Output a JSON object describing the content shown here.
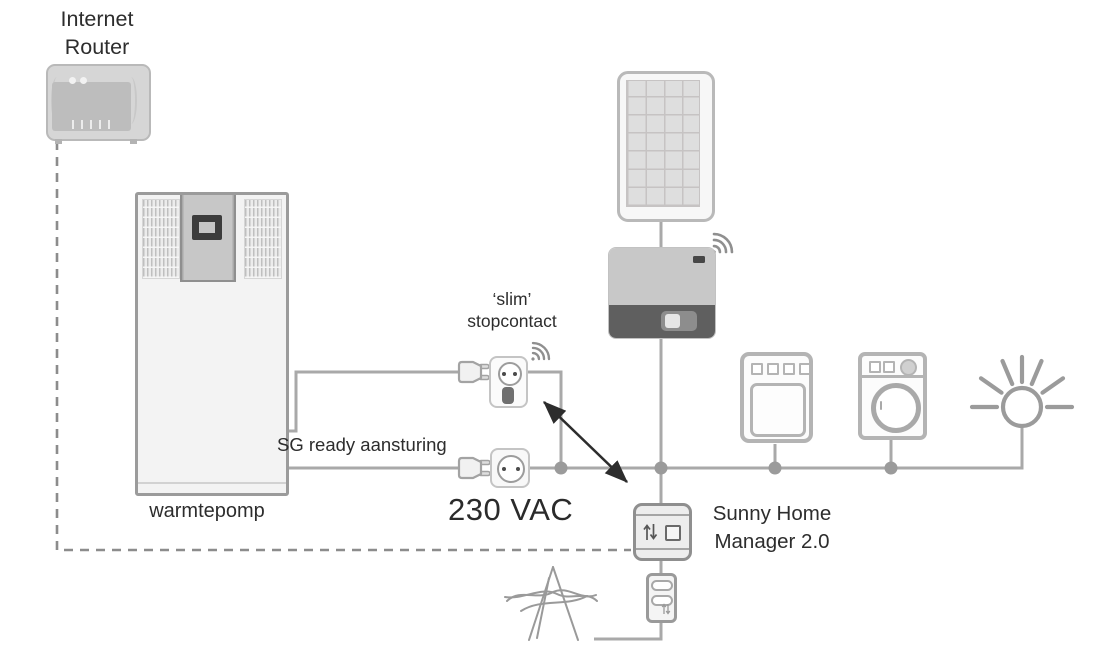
{
  "diagram": {
    "labels": {
      "router_line1": "Internet",
      "router_line2": "Router",
      "heat_pump": "warmtepomp",
      "smart_socket_line1": "‘slim’",
      "smart_socket_line2": "stopcontact",
      "sg_ready": "SG ready aansturing",
      "voltage": "230 VAC",
      "home_manager_line1": "Sunny Home",
      "home_manager_line2": "Manager 2.0"
    },
    "icons": [
      "internet-router-icon",
      "heat-pump-icon",
      "plug-icon",
      "smart-socket-icon",
      "wall-socket-icon",
      "wifi-icon",
      "solar-panel-icon",
      "inverter-icon",
      "oven-icon",
      "washing-machine-icon",
      "light-icon",
      "home-manager-icon",
      "energy-meter-icon",
      "power-pylon-icon",
      "double-arrow-icon"
    ],
    "colors": {
      "wire": "#a9a9a9",
      "junction_dot": "#9b9b9b",
      "dashed_link": "#8c8c8c",
      "device_outline": "#b4b4b4",
      "device_outline_dark": "#9a9a9a",
      "panel_dark": "#5f5f5f",
      "arrow": "#2d2d2d",
      "text": "#2d2d2d"
    }
  }
}
